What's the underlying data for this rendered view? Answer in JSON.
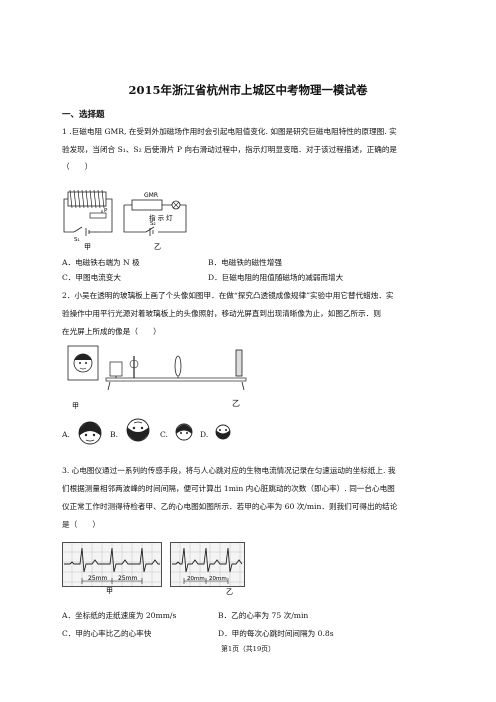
{
  "title": "2015年浙江省杭州市上城区中考物理一模试卷",
  "section": "一、选择题",
  "q1": {
    "lines": [
      "1 .巨磁电阻 GMR, 在受到外加磁场作用时会引起电阻值变化. 如图是研究巨磁电阻特性的原理图. 实",
      "验发现，当闭合 S₁、S₂ 后使滑片 P 向右滑动过程中，指示灯明显变暗．对于该过程描述，正确的是",
      "（　　）"
    ],
    "fig_labels": {
      "jia": "甲",
      "yi": "乙",
      "gmr": "GMR",
      "lamp": "指 示 灯",
      "p": "P",
      "s1": "S₁",
      "s2": "S₂"
    },
    "options": {
      "A": "A．电磁铁右端为 N 极",
      "B": "B．电磁铁的磁性增强",
      "C": "C．甲图电流变大",
      "D": "D．巨磁电阻的阻值随磁场的减弱而增大"
    }
  },
  "q2": {
    "lines": [
      "2．小吴在透明的玻璃板上画了个头像如图甲．在做“探究凸透镜成像规律”实验中用它替代蜡烛．实",
      "验操作中用平行光源对着玻璃板上的头像照射，移动光屏直到出现清晰像为止，如图乙所示．则",
      "在光屏上所成的像是（　　）"
    ],
    "fig_labels": {
      "jia": "甲",
      "yi": "乙"
    },
    "options": {
      "A": "A.",
      "B": "B.",
      "C": "C.",
      "D": "D."
    }
  },
  "q3": {
    "lines": [
      "3. 心电图仪通过一系列的传感手段，将与人心跳对应的生物电流情况记录在匀速运动的坐标纸上. 我",
      "们根据测量相邻两波峰的时间间隔，便可计算出 1min 内心脏跳动的次数（即心率）. 同一台心电图",
      "仪正常工作时测得待检者甲、乙的心电图如图所示．若甲的心率为 60 次/min．则我们可得出的结论",
      "是（　　）"
    ],
    "fig_labels": {
      "jia": "甲",
      "yi": "乙",
      "jia_m1": "25mm",
      "jia_m2": "25mm",
      "yi_m1": "20mm",
      "yi_m2": "20mm"
    },
    "options": {
      "A": "A．坐标纸的走纸速度为 20mm/s",
      "B": "B．乙的心率为 75 次/min",
      "C": "C．甲的心率比乙的心率快",
      "D": "D．甲的每次心跳时间间隔为 0.8s"
    }
  },
  "footer": "第1页（共19页）"
}
